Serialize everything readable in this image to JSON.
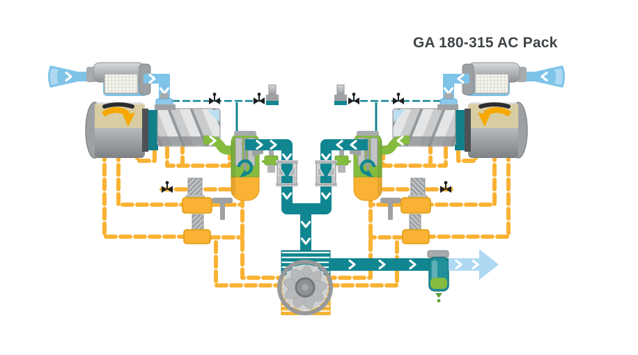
{
  "title": "GA 180-315 AC Pack",
  "colors": {
    "background": "#FFFFFF",
    "intake_air": "#7EC3E8",
    "intake_air_light": "#AFD9F2",
    "compressed_air": "#108691",
    "oil": "#F9B233",
    "air_oil_mixture": "#85BC3F",
    "component_gray": "#A8ABAD",
    "component_gray_dark": "#7F8285",
    "motor_cream": "#D8CDA2",
    "rotation_arrow": "#F7A800",
    "title_text": "#3F4447"
  },
  "components": {
    "left_unit": {
      "air_intake": "air-intake",
      "air_filter": "air-filter",
      "unloader_valve": "unloader-valve",
      "drive_motor": "drive-motor",
      "compression_element": "screw-compression-element",
      "air_oil_separator": "air-oil-separator-vessel",
      "check_valve": "check-valve",
      "minimum_pressure_valve": "minimum-pressure-valve",
      "thermostatic_valve": "thermostatic-bypass-valve",
      "oil_filter": "oil-filter",
      "solenoid_valve": "control-solenoid-valve",
      "oil_drain_valve": "oil-drain-valve"
    },
    "right_unit": {
      "air_intake": "air-intake",
      "air_filter": "air-filter",
      "unloader_valve": "unloader-valve",
      "drive_motor": "drive-motor",
      "compression_element": "screw-compression-element",
      "air_oil_separator": "air-oil-separator-vessel",
      "check_valve": "check-valve",
      "minimum_pressure_valve": "minimum-pressure-valve",
      "thermostatic_valve": "thermostatic-bypass-valve",
      "oil_filter": "oil-filter",
      "solenoid_valve": "control-solenoid-valve",
      "oil_drain_valve": "oil-drain-valve"
    },
    "center": {
      "cooler_fan": "cooler-fan",
      "aftercooler": "aftercooler",
      "oil_cooler": "oil-cooler",
      "water_separator": "water-separator",
      "air_outlet": "compressed-air-outlet"
    }
  }
}
